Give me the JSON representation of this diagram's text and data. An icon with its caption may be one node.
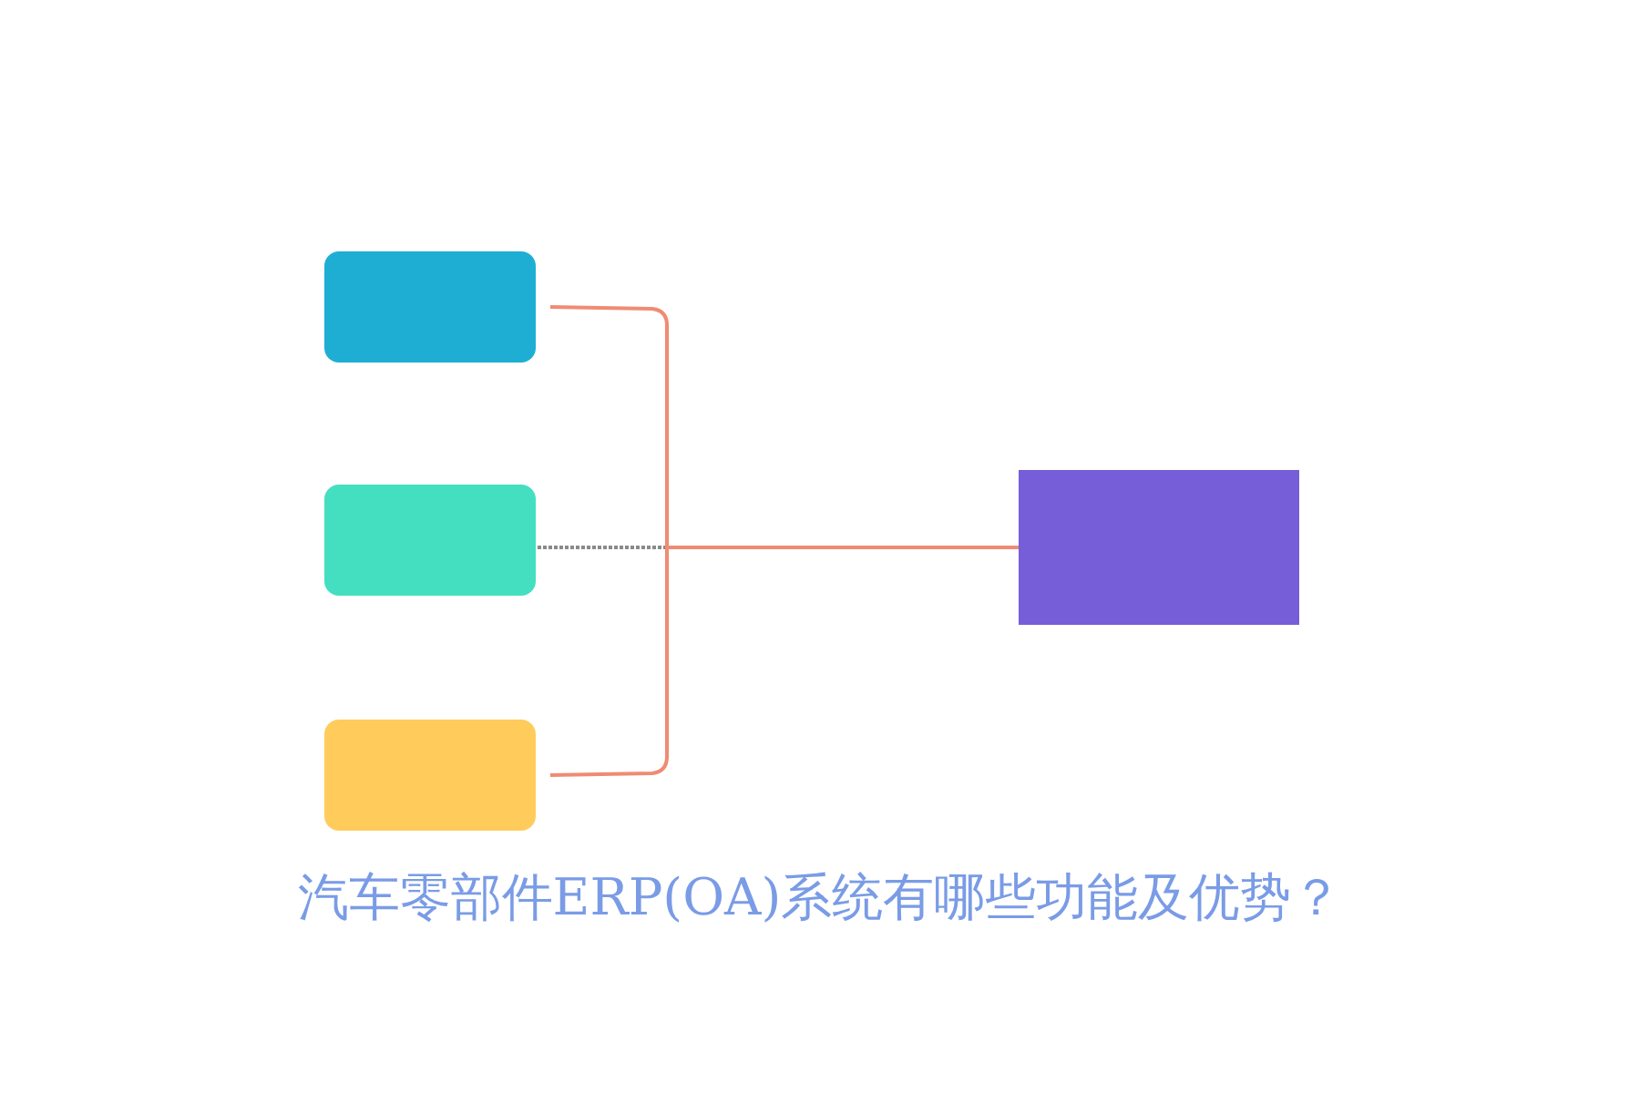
{
  "diagram": {
    "title": "汽车零部件ERP(OA)系统有哪些功能及优势？",
    "nodes": [
      {
        "text": [],
        "shape": "box"
      },
      {
        "text": [],
        "shape": "box"
      },
      {
        "text": [],
        "shape": "box"
      },
      {
        "text": [],
        "shape": "box"
      }
    ],
    "edges": [
      {
        "from": 0,
        "to": 3,
        "arrow": "none"
      },
      {
        "from": 1,
        "to": 3,
        "arrow": "none",
        "style": "dashed",
        "color": "#8a8a8a"
      },
      {
        "from": 2,
        "to": 3,
        "arrow": "none"
      }
    ]
  }
}
